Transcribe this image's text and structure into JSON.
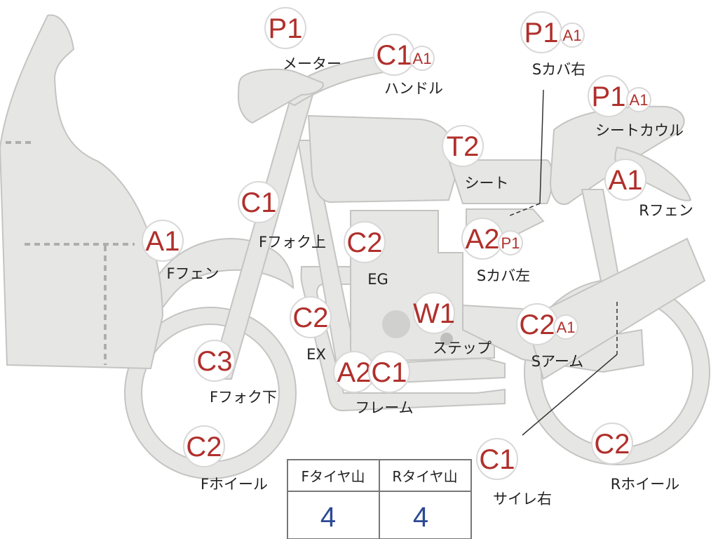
{
  "parts": [
    {
      "id": "meter",
      "label": "メーター",
      "grades": [
        "P1"
      ]
    },
    {
      "id": "handle",
      "label": "ハンドル",
      "grades": [
        "C1",
        "A1"
      ]
    },
    {
      "id": "s-cover-right",
      "label": "Sカバ右",
      "grades": [
        "P1",
        "A1"
      ]
    },
    {
      "id": "seat-cowl",
      "label": "シートカウル",
      "grades": [
        "P1",
        "A1"
      ]
    },
    {
      "id": "seat",
      "label": "シート",
      "grades": [
        "T2"
      ]
    },
    {
      "id": "r-fender",
      "label": "Rフェン",
      "grades": [
        "A1"
      ]
    },
    {
      "id": "f-fork-upper",
      "label": "Fフォク上",
      "grades": [
        "C1"
      ]
    },
    {
      "id": "engine",
      "label": "EG",
      "grades": [
        "C2"
      ]
    },
    {
      "id": "s-cover-left",
      "label": "Sカバ左",
      "grades": [
        "A2",
        "P1"
      ]
    },
    {
      "id": "f-fender",
      "label": "Fフェン",
      "grades": [
        "A1"
      ]
    },
    {
      "id": "exhaust",
      "label": "EX",
      "grades": [
        "C2"
      ]
    },
    {
      "id": "step",
      "label": "ステップ",
      "grades": [
        "W1"
      ]
    },
    {
      "id": "swing-arm",
      "label": "Sアーム",
      "grades": [
        "C2",
        "A1"
      ]
    },
    {
      "id": "f-fork-lower",
      "label": "Fフォク下",
      "grades": [
        "C3"
      ]
    },
    {
      "id": "frame",
      "label": "フレーム",
      "grades": [
        "A2",
        "C1"
      ]
    },
    {
      "id": "f-wheel",
      "label": "Fホイール",
      "grades": [
        "C2"
      ]
    },
    {
      "id": "silencer-right",
      "label": "サイレ右",
      "grades": [
        "C1"
      ]
    },
    {
      "id": "r-wheel",
      "label": "Rホイール",
      "grades": [
        "C2"
      ]
    }
  ],
  "tire_table": {
    "headers": [
      "Fタイヤ山",
      "Rタイヤ山"
    ],
    "values": [
      "4",
      "4"
    ]
  }
}
